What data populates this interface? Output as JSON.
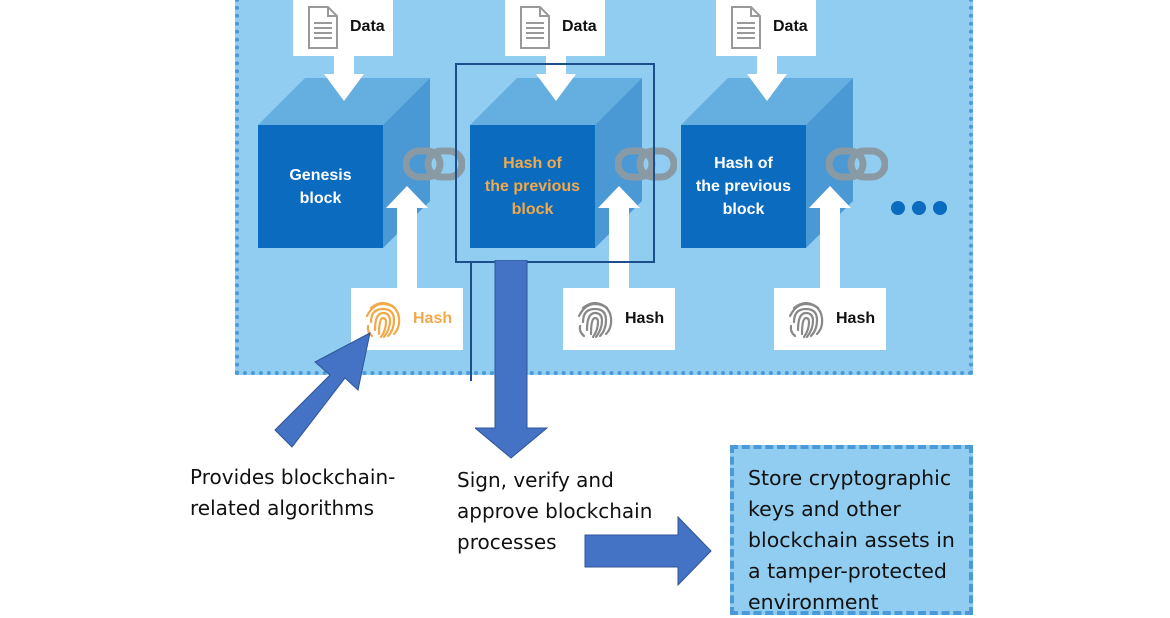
{
  "diagram": {
    "data_cards": [
      {
        "label": "Data",
        "icon": "document-icon"
      },
      {
        "label": "Data",
        "icon": "document-icon"
      },
      {
        "label": "Data",
        "icon": "document-icon"
      }
    ],
    "blocks": [
      {
        "line1": "Genesis",
        "line2": "block",
        "line3": "",
        "text_color": "#ffffff"
      },
      {
        "line1": "Hash of",
        "line2": "the previous",
        "line3": "block",
        "text_color": "#f2a94a",
        "highlighted": true
      },
      {
        "line1": "Hash of",
        "line2": "the previous",
        "line3": "block",
        "text_color": "#ffffff"
      }
    ],
    "hash_cards": [
      {
        "label": "Hash",
        "icon": "fingerprint-icon",
        "color": "#f2a94a"
      },
      {
        "label": "Hash",
        "icon": "fingerprint-icon",
        "color": "#888888"
      },
      {
        "label": "Hash",
        "icon": "fingerprint-icon",
        "color": "#888888"
      }
    ],
    "continuation": "ellipsis",
    "link_icon": "chain-link-icon"
  },
  "annotations": {
    "algorithms": {
      "line1": "Provides blockchain-",
      "line2": "related algorithms"
    },
    "sign": {
      "line1": "Sign, verify and",
      "line2": "approve blockchain",
      "line3": "processes"
    },
    "store": {
      "line1": "Store cryptographic",
      "line2": "keys and other",
      "line3": "blockchain assets in",
      "line4": "a tamper-protected",
      "line5": "environment"
    }
  },
  "colors": {
    "panel": "#90cdf0",
    "panel_border": "#4a9ad8",
    "block_face": "#0a6bbf",
    "block_top": "#64aee0",
    "block_side": "#4a98d4",
    "callout_arrow": "#4472c4",
    "highlight": "#f2a94a"
  }
}
